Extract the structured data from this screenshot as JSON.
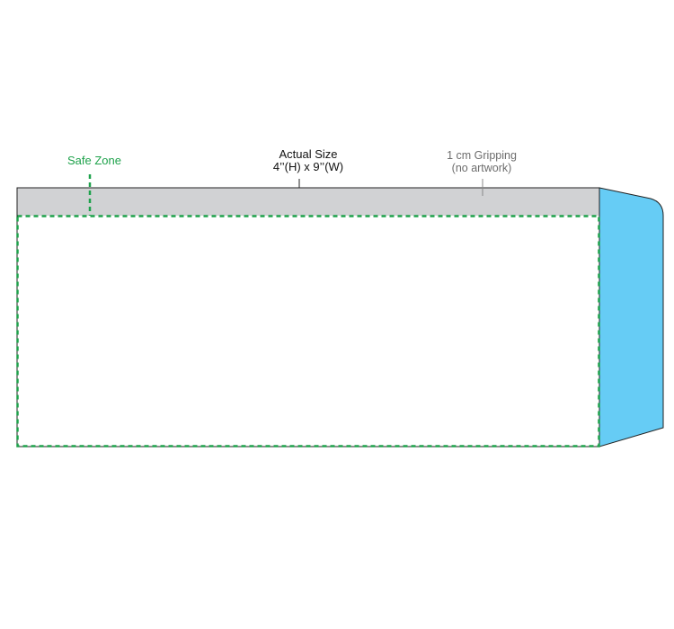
{
  "labels": {
    "safe_zone": "Safe Zone",
    "actual_size": "Actual Size",
    "actual_size_dims": "4’’(H) x 9’’(W)",
    "gripping": "1 cm Gripping",
    "gripping_note": "(no artwork)"
  },
  "colors": {
    "safe_zone": "#1ea24b",
    "gripping_band": "#d1d2d4",
    "flap": "#66ccf5",
    "outline": "#222222",
    "grip_text": "#6d6d6d"
  }
}
